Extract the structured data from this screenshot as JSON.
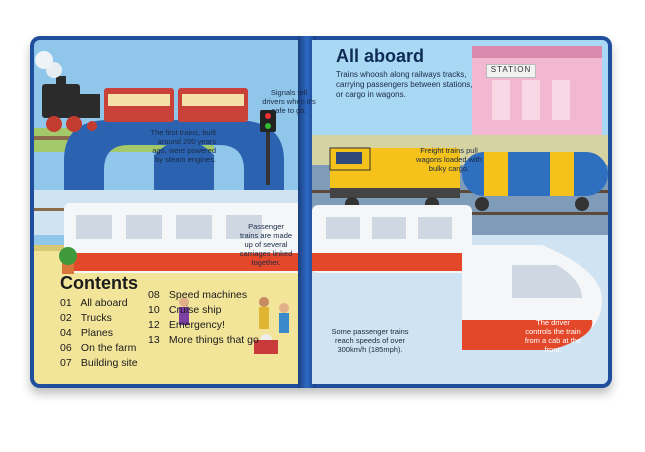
{
  "page": {
    "title": "All aboard",
    "intro": "Trains whoosh along railways tracks, carrying passengers between stations, or cargo in wagons."
  },
  "station": {
    "sign": "STATION"
  },
  "captions": {
    "signals": "Signals tell drivers when it's safe to go.",
    "first_trains": "The first trains, built around 200 years ago, were powered by steam engines.",
    "freight": "Freight trains pull wagons loaded with bulky cargo.",
    "passenger": "Passenger trains are made up of several carriages linked together.",
    "speed": "Some passenger trains reach speeds of over 300km/h (185mph).",
    "driver": "The driver controls the train from a cab at the front."
  },
  "contents": {
    "title": "Contents",
    "items": [
      {
        "num": "01",
        "label": "All aboard"
      },
      {
        "num": "02",
        "label": "Trucks"
      },
      {
        "num": "04",
        "label": "Planes"
      },
      {
        "num": "06",
        "label": "On the farm"
      },
      {
        "num": "07",
        "label": "Building site"
      },
      {
        "num": "08",
        "label": "Speed machines"
      },
      {
        "num": "10",
        "label": "Cruise ship"
      },
      {
        "num": "12",
        "label": "Emergency!"
      },
      {
        "num": "13",
        "label": "More things that go"
      }
    ]
  },
  "colors": {
    "book_cover": "#1f4f9c",
    "sky": "#8fc6ea",
    "track_bg": "#7e9cb8",
    "platform": "#f2e59a",
    "train_white": "#f4f6f8",
    "train_red": "#e4482b",
    "freight_yellow": "#f4c21a",
    "tank_blue": "#2f6fc0",
    "steam_loco": "#2b2b2b"
  },
  "icons": [
    "steam-locomotive",
    "freight-locomotive",
    "tank-wagon",
    "passenger-train",
    "bullet-train",
    "station-building",
    "arch-bridge",
    "signal-post",
    "people",
    "potted-plant"
  ]
}
